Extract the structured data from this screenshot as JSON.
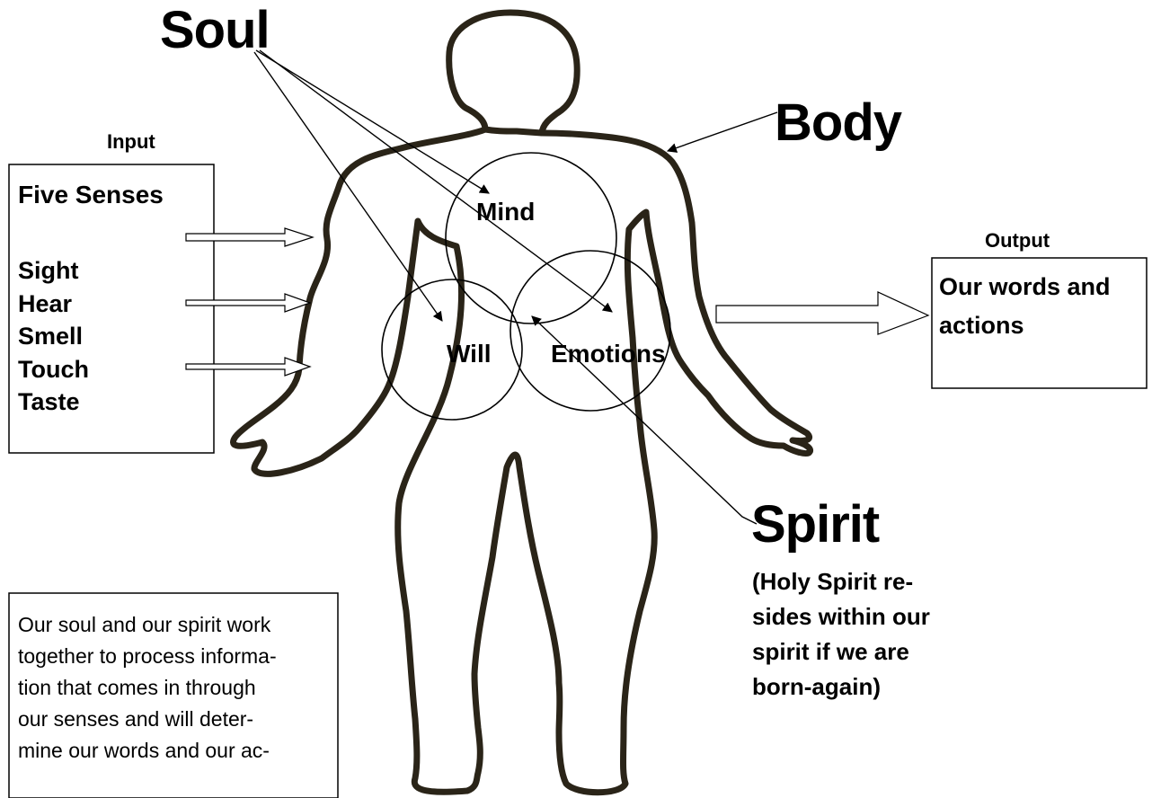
{
  "titles": {
    "soul": "Soul",
    "body": "Body",
    "spirit": "Spirit"
  },
  "input": {
    "heading": "Input",
    "box_title": "Five Senses",
    "senses": [
      "Sight",
      "Hear",
      "Smell",
      "Touch",
      "Taste"
    ]
  },
  "output": {
    "heading": "Output",
    "line1": "Our words and",
    "line2": "actions"
  },
  "circles": {
    "mind": "Mind",
    "will": "Will",
    "emotions": "Emotions"
  },
  "spirit_note": {
    "lines": [
      "(Holy Spirit re-",
      "sides within our",
      "spirit if we are",
      "born-again)"
    ]
  },
  "caption": {
    "lines": [
      "Our soul and our spirit work",
      "together to process informa-",
      "tion that comes in through",
      "our senses and will deter-",
      "mine our words and our ac-"
    ]
  }
}
